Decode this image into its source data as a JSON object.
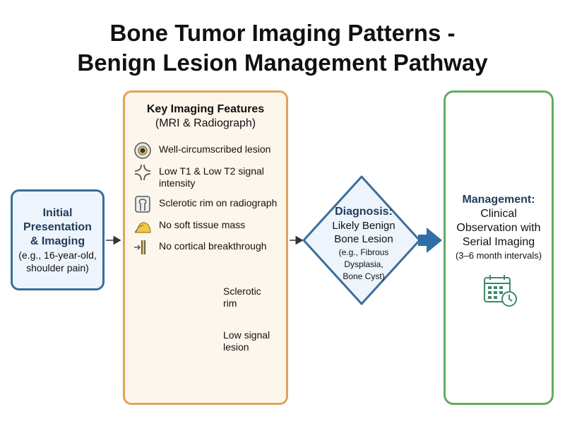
{
  "title": {
    "line1": "Bone Tumor Imaging Patterns -",
    "line2": "Benign Lesion Management Pathway"
  },
  "initial": {
    "line1": "Initial",
    "line2": "Presentation",
    "line3": "& Imaging",
    "detail1": "(e.g., 16-year-old,",
    "detail2": "shoulder pain)"
  },
  "features": {
    "title": "Key Imaging Features",
    "subtitle": "(MRI & Radiograph)",
    "items": [
      {
        "icon": "circled-lesion-icon",
        "label": "Well-circumscribed lesion"
      },
      {
        "icon": "signal-bars-icon",
        "label": "Low T1 & Low T2 signal intensity"
      },
      {
        "icon": "sclerotic-rim-icon",
        "label": "Sclerotic rim on radiograph"
      },
      {
        "icon": "soft-tissue-icon",
        "label": "No soft tissue mass"
      },
      {
        "icon": "cortex-icon",
        "label": "No cortical breakthrough"
      }
    ],
    "annotation_rim1": "Sclerotic",
    "annotation_rim2": "rim",
    "annotation_lesion1": "Low signal",
    "annotation_lesion2": "lesion"
  },
  "diagnosis": {
    "label": "Diagnosis:",
    "line1": "Likely Benign",
    "line2": "Bone Lesion",
    "ex1": "(e.g., Fibrous",
    "ex2": "Dysplasia,",
    "ex3": "Bone Cyst)"
  },
  "management": {
    "label": "Management:",
    "line1": "Clinical",
    "line2": "Observation with",
    "line3": "Serial Imaging",
    "interval": "(3–6 month intervals)",
    "icon": "calendar-clock-icon"
  },
  "colors": {
    "blue": "#3a6d9b",
    "orange": "#e0a35a",
    "green": "#5fae5f",
    "arrow": "#2f6ea6"
  }
}
